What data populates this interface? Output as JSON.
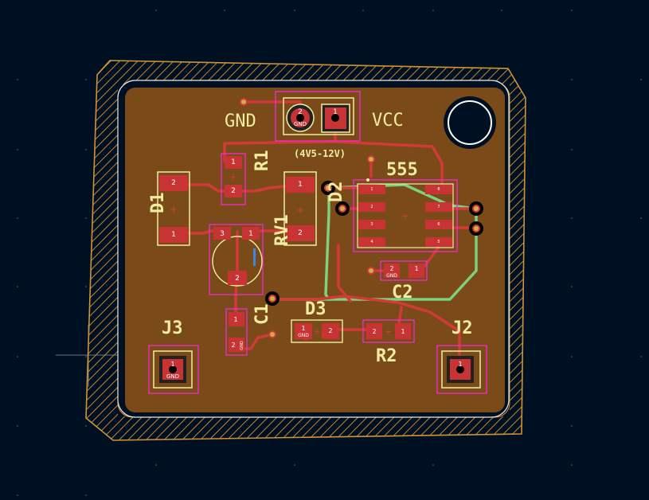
{
  "board": {
    "labels": {
      "gnd": "GND",
      "vcc": "VCC",
      "voltage_range": "(4V5-12V)",
      "ic": "555",
      "d1": "D1",
      "r1": "R1",
      "d2": "D2",
      "rv1": "RV1",
      "c1": "C1",
      "d3": "D3",
      "r2": "R2",
      "c2": "C2",
      "j3": "J3",
      "j2": "J2"
    },
    "pad_numbers": {
      "one": "1",
      "two": "2",
      "three": "3",
      "four": "4",
      "five": "5",
      "six": "6",
      "seven": "7",
      "eight": "8"
    },
    "net_gnd": "GND",
    "colors": {
      "background": "#001023",
      "board_fill": "#7a4a18",
      "copper": "#c83434",
      "trace_green": "#7ed07e",
      "silkscreen": "#f2eda1",
      "courtyard": "#ff26e2",
      "edge_cuts": "#d0d2cd",
      "hatch": "#c2862e"
    }
  }
}
